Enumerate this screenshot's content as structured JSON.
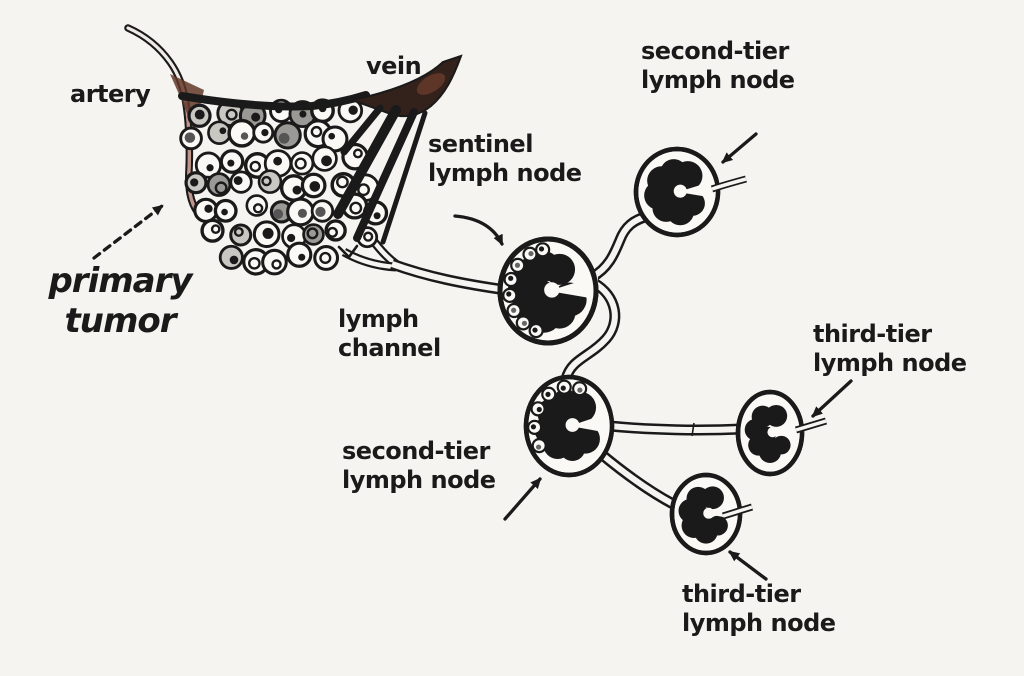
{
  "diagram": {
    "labels": {
      "artery": {
        "text": "artery"
      },
      "vein": {
        "text": "vein"
      },
      "primary_tumor": {
        "line1": "primary",
        "line2": "tumor"
      },
      "sentinel_lymph_node": {
        "line1": "sentinel",
        "line2": "lymph node"
      },
      "lymph_channel": {
        "line1": "lymph",
        "line2": "channel"
      },
      "second_tier_lymph_node_top": {
        "line1": "second-tier",
        "line2": "lymph node"
      },
      "second_tier_lymph_node_lower": {
        "line1": "second-tier",
        "line2": "lymph node"
      },
      "third_tier_lymph_node_right": {
        "line1": "third-tier",
        "line2": "lymph node"
      },
      "third_tier_lymph_node_bottom": {
        "line1": "third-tier",
        "line2": "lymph node"
      }
    },
    "colors": {
      "background": "#f5f4f1",
      "ink": "#1a1a1a",
      "cell_fill": "#faf9f6",
      "cell_shade": "#c9c7c2",
      "cell_shade_dark": "#9b9995",
      "vein_fill": "#33211c",
      "vein_highlight": "#63382a",
      "artery_tint": "#b07a6e"
    }
  }
}
